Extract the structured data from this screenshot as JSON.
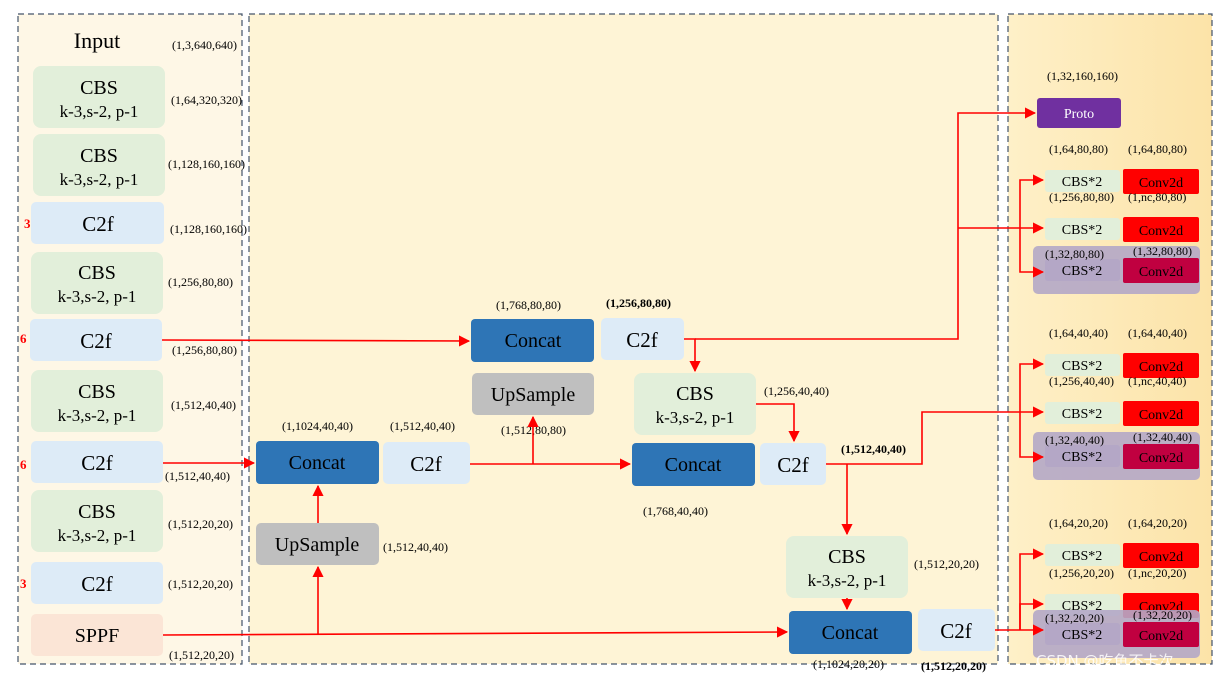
{
  "colors": {
    "panel_left": "#FEF7E6",
    "panel_mid": "#FEF4D6",
    "panel_right": "#FCE6B0",
    "cbs": "#E2EFDA",
    "c2f": "#DDEBF7",
    "concat": "#2E75B6",
    "upsample": "#BFBFBF",
    "sppf": "#FBE5D6",
    "proto": "#7030A0",
    "conv2d": "#FF0000",
    "conv2d_dark": "#C00040",
    "mask_row": "#B4A7C6",
    "arrow": "#FF0000",
    "dash": "#44546A"
  },
  "backbone": {
    "input_label": "Input",
    "input_shape": "(1,3,640,640)",
    "blocks": [
      {
        "title": "CBS",
        "sub": "k-3,s-2, p-1",
        "shape": "(1,64,320,320)",
        "repeat": ""
      },
      {
        "title": "CBS",
        "sub": "k-3,s-2, p-1",
        "shape": "(1,128,160,160)",
        "repeat": ""
      },
      {
        "title": "C2f",
        "sub": "",
        "shape": "(1,128,160,160)",
        "repeat": "3"
      },
      {
        "title": "CBS",
        "sub": "k-3,s-2, p-1",
        "shape": "(1,256,80,80)",
        "repeat": ""
      },
      {
        "title": "C2f",
        "sub": "",
        "shape": "(1,256,80,80)",
        "repeat": "6"
      },
      {
        "title": "CBS",
        "sub": "k-3,s-2, p-1",
        "shape": "(1,512,40,40)",
        "repeat": ""
      },
      {
        "title": "C2f",
        "sub": "",
        "shape": "(1,512,40,40)",
        "repeat": "6"
      },
      {
        "title": "CBS",
        "sub": "k-3,s-2, p-1",
        "shape": "(1,512,20,20)",
        "repeat": ""
      },
      {
        "title": "C2f",
        "sub": "",
        "shape": "(1,512,20,20)",
        "repeat": "3"
      },
      {
        "title": "SPPF",
        "sub": "",
        "shape": "(1,512,20,20)",
        "repeat": ""
      }
    ]
  },
  "neck": {
    "upsample_1": {
      "label": "UpSample",
      "shape": "(1,512,40,40)"
    },
    "concat_1": {
      "label": "Concat",
      "shape": "(1,1024,40,40)"
    },
    "c2f_1": {
      "label": "C2f",
      "shape": "(1,512,40,40)"
    },
    "upsample_2": {
      "label": "UpSample",
      "shape": "(1,512,80,80)"
    },
    "concat_2": {
      "label": "Concat",
      "shape": "(1,768,80,80)"
    },
    "c2f_2": {
      "label": "C2f",
      "shape": "(1,256,80,80)"
    },
    "cbs_1": {
      "title": "CBS",
      "sub": "k-3,s-2, p-1",
      "shape": "(1,256,40,40)"
    },
    "concat_3": {
      "label": "Concat",
      "shape": "(1,768,40,40)"
    },
    "c2f_3": {
      "label": "C2f",
      "shape": "(1,512,40,40)"
    },
    "cbs_2": {
      "title": "CBS",
      "sub": "k-3,s-2, p-1",
      "shape": "(1,512,20,20)"
    },
    "concat_4": {
      "label": "Concat",
      "shape": "(1,1024,20,20)"
    },
    "c2f_4": {
      "label": "C2f",
      "shape": "(1,512,20,20)"
    }
  },
  "head": {
    "proto": {
      "label": "Proto",
      "shape": "(1,32,160,160)"
    },
    "groups": [
      {
        "rows": [
          {
            "cbs": "CBS*2",
            "conv": "Conv2d",
            "cbs_shape": "(1,64,80,80)",
            "conv_shape": "(1,64,80,80)"
          },
          {
            "cbs": "CBS*2",
            "conv": "Conv2d",
            "cbs_shape": "(1,256,80,80)",
            "conv_shape": "(1,nc,80,80)"
          },
          {
            "cbs": "CBS*2",
            "conv": "Conv2d",
            "cbs_shape": "(1,32,80,80)",
            "conv_shape": "(1,32,80,80)"
          }
        ]
      },
      {
        "rows": [
          {
            "cbs": "CBS*2",
            "conv": "Conv2d",
            "cbs_shape": "(1,64,40,40)",
            "conv_shape": "(1,64,40,40)"
          },
          {
            "cbs": "CBS*2",
            "conv": "Conv2d",
            "cbs_shape": "(1,256,40,40)",
            "conv_shape": "(1,nc,40,40)"
          },
          {
            "cbs": "CBS*2",
            "conv": "Conv2d",
            "cbs_shape": "(1,32,40,40)",
            "conv_shape": "(1,32,40,40)"
          }
        ]
      },
      {
        "rows": [
          {
            "cbs": "CBS*2",
            "conv": "Conv2d",
            "cbs_shape": "(1,64,20,20)",
            "conv_shape": "(1,64,20,20)"
          },
          {
            "cbs": "CBS*2",
            "conv": "Conv2d",
            "cbs_shape": "(1,256,20,20)",
            "conv_shape": "(1,nc,20,20)"
          },
          {
            "cbs": "CBS*2",
            "conv": "Conv2d",
            "cbs_shape": "(1,32,20,20)",
            "conv_shape": "(1,32,20,20)"
          }
        ]
      }
    ]
  },
  "watermark": "CSDN @吃鱼不卡次"
}
